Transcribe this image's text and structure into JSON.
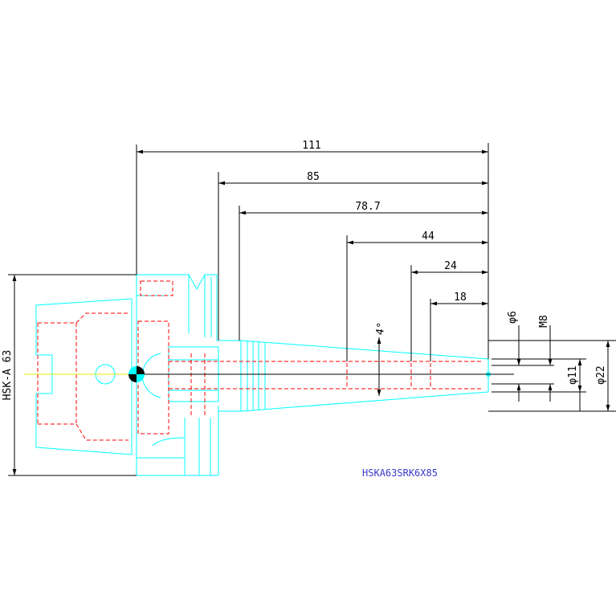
{
  "title": "HSKA63SRK6X85",
  "dimensions": {
    "overall_length": "111",
    "length_85": "85",
    "length_78_7": "78.7",
    "length_44": "44",
    "length_24": "24",
    "length_18": "18",
    "taper_angle": "4°",
    "hsk_size": "HSK-A 63",
    "dia_6": "φ6",
    "thread_m8": "M8",
    "dia_11": "φ11",
    "dia_22": "φ22"
  },
  "colors": {
    "outline": "#00ffff",
    "hidden": "#ff0000",
    "dimension": "#000000",
    "centerline": "#e8e800",
    "title": "#3a3acc"
  }
}
